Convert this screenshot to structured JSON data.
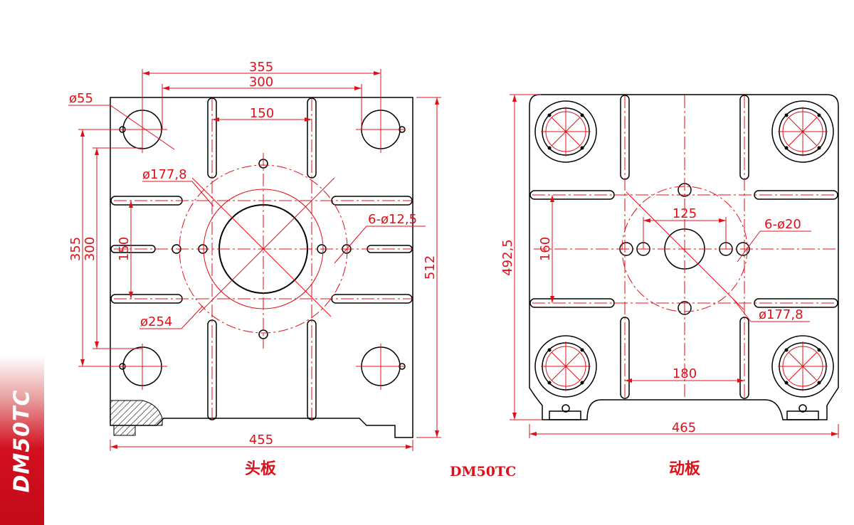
{
  "side_label": "DM50TC",
  "model_label": "DM50TC",
  "head_plate": {
    "caption": "头板",
    "dims": {
      "d55": "ø55",
      "w355": "355",
      "w300": "300",
      "w150": "150",
      "d177": "ø177,8",
      "holes": "6-ø12,5",
      "d254": "ø254",
      "h355": "355",
      "h300": "300",
      "h150": "150",
      "h512": "512",
      "w455": "455"
    }
  },
  "moving_plate": {
    "caption": "动板",
    "dims": {
      "h4925": "492,5",
      "h160": "160",
      "w125": "125",
      "holes": "6-ø20",
      "d177": "ø177,8",
      "w180": "180",
      "w465": "465"
    }
  },
  "colors": {
    "outline": "#000000",
    "dimension": "#e0101a",
    "accent": "#c30b1a"
  }
}
